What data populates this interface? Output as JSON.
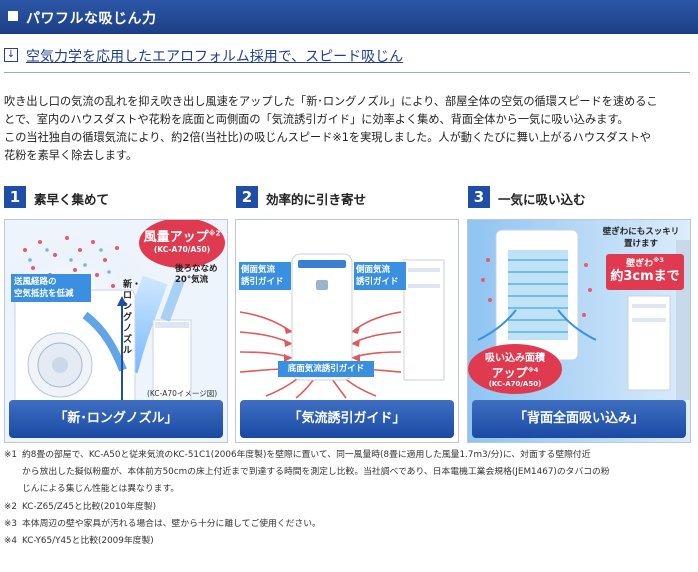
{
  "header": {
    "title": "パワフルな吸じん力"
  },
  "subheading": {
    "icon": "arrow-down-icon",
    "text": "空気力学を応用したエアロフォルム採用で、スピード吸じん"
  },
  "description": [
    "吹き出し口の気流の乱れを抑え吹き出し風速をアップした「新･ロングノズル」により、部屋全体の空気の循環スピードを速めるこ",
    "とで、室内のハウスダストや花粉を底面と両側面の「気流誘引ガイド」に効率よく集め、背面全体から一気に吸い込みます。",
    "この当社独自の循環気流により、約2倍(当社比)の吸じんスピード※1を実現しました。人が動くたびに舞い上がるハウスダストや",
    "花粉を素早く除去します。"
  ],
  "steps": [
    {
      "number": "1",
      "label": "素早く集めて",
      "caption": "「新･ロングノズル」",
      "badge_title": "風量アップ",
      "badge_note": "※2",
      "badge_model": "(KC-A70/A50)",
      "note_angle": "後ろななめ\n20°気流",
      "note_resist": "送風経路の\n空気抵抗を低減",
      "note_nozzle": "新・ロングノズル",
      "image_note": "(KC-A70イメージ図)"
    },
    {
      "number": "2",
      "label": "効率的に引き寄せ",
      "caption": "「気流誘引ガイド」",
      "guide_left": "側面気流\n誘引ガイド",
      "guide_right": "側面気流\n誘引ガイド",
      "guide_bottom": "底面気流誘引ガイド"
    },
    {
      "number": "3",
      "label": "一気に吸い込む",
      "caption": "「背面全面吸い込み」",
      "wall_note": "壁ぎわにもスッキリ\n置けます",
      "wall_gap_a": "壁ぎわ",
      "wall_gap_mark": "※3",
      "wall_gap_b": "約3cmまで",
      "badge_title_a": "吸い込み面積",
      "badge_title_b": "アップ",
      "badge_note": "※4",
      "badge_model": "(KC-A70/A50)"
    }
  ],
  "footnotes": [
    {
      "key": "※1",
      "lines": [
        "約8畳の部屋で、KC-A50と従来気流のKC-51C1(2006年度製)を壁際に置いて、同一風量時(8畳に適用した風量1.7m3/分)に、対面する壁際付近",
        "から放出した擬似粉塵が、本体前方50cmの床上付近まで到達する時間を測定し比較。当社調べであり、日本電機工業会規格(JEM1467)のタバコの粉",
        "じんによる集じん性能とは異なります。"
      ]
    },
    {
      "key": "※2",
      "lines": [
        "KC-Z65/Z45と比較(2010年度製)"
      ]
    },
    {
      "key": "※3",
      "lines": [
        "本体周辺の壁や家具が汚れる場合は、壁から十分に離してご使用ください。"
      ]
    },
    {
      "key": "※4",
      "lines": [
        "KC-Y65/Y45と比較(2009年度製)"
      ]
    }
  ],
  "colors": {
    "header_blue": "#1f4ea8",
    "caption_blue": "#2a5cb8",
    "badge_red": "#e03a50",
    "arrow_red": "#e05a5a",
    "air_blue": "#3a8fe0"
  }
}
